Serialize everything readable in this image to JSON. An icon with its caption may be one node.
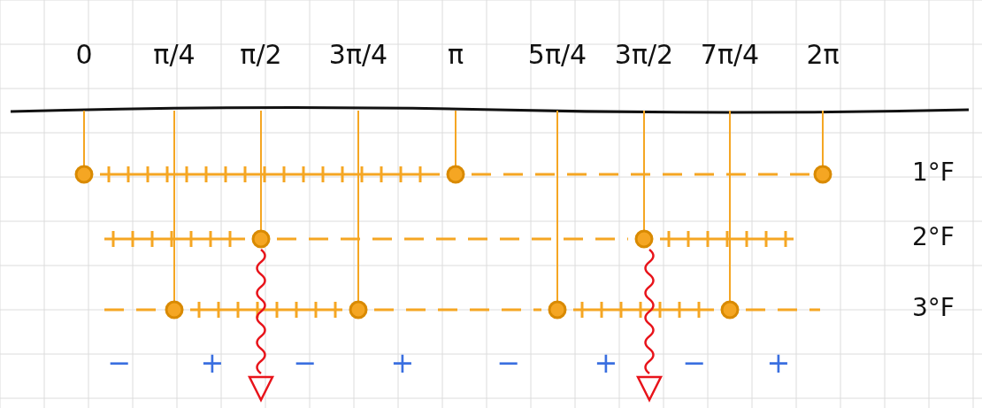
{
  "diagram": {
    "labels": [
      "0",
      "π/4",
      "π/2",
      "3π/4",
      "π",
      "5π/4",
      "3π/2",
      "7π/4",
      "2π",
      "1°F",
      "2°F",
      "3°F",
      "−",
      "+",
      "−",
      "+",
      "−",
      "+",
      "−",
      "+"
    ]
  }
}
